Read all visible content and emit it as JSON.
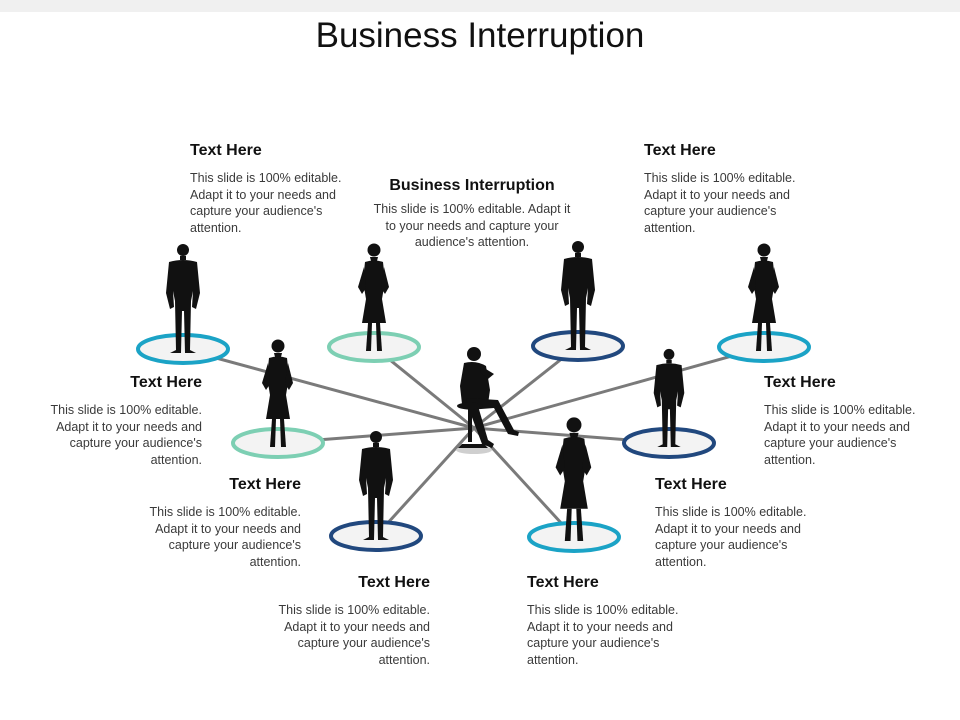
{
  "title": "Business Interruption",
  "center": {
    "heading": "Business Interruption",
    "body": "This slide is 100% editable. Adapt it to your needs and capture your audience's attention."
  },
  "items": [
    {
      "heading": "Text Here",
      "body": "This slide is 100% editable. Adapt it to your needs and capture your audience's attention."
    },
    {
      "heading": "Text Here",
      "body": "This slide is 100% editable. Adapt it to your needs and capture your audience's attention."
    },
    {
      "heading": "Text Here",
      "body": "This slide is 100% editable. Adapt it to your needs and capture your audience's attention."
    },
    {
      "heading": "Text Here",
      "body": "This slide is 100% editable. Adapt it to your needs and capture your audience's attention."
    },
    {
      "heading": "Text Here",
      "body": "This slide is 100% editable. Adapt it to your needs and capture your audience's attention."
    },
    {
      "heading": "Text Here",
      "body": "This slide is 100% editable. Adapt it to your needs and capture your audience's attention."
    },
    {
      "heading": "Text Here",
      "body": "This slide is 100% editable. Adapt it to your needs and capture your audience's attention."
    },
    {
      "heading": "Text Here",
      "body": "This slide is 100% editable. Adapt it to your needs and capture your audience's attention."
    }
  ],
  "colors": {
    "teal": "#1ba3c6",
    "mint": "#7dcfb3",
    "navy": "#21487e",
    "connector": "#7a7a7a",
    "silhouette": "#111111"
  }
}
